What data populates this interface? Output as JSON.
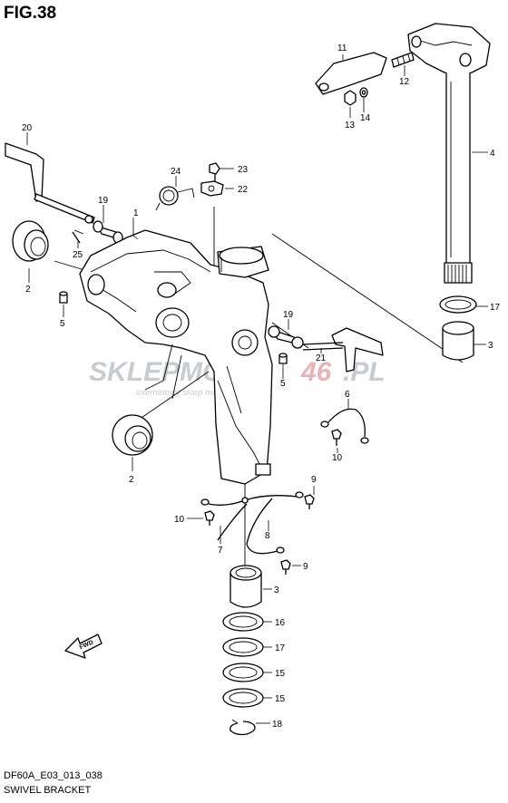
{
  "figure": {
    "title": "FIG.38",
    "code": "DF60A_E03_013_038",
    "name": "SWIVEL BRACKET"
  },
  "watermark": {
    "text_a": "SKLEPMOTO",
    "text_b": "46",
    "text_c": ".PL",
    "subtitle": "internetowy sklep motocyklowy",
    "color_a": "#c8cbd0",
    "color_b": "#e9b3b3"
  },
  "direction_marker": {
    "label": "FWD",
    "icon": "fwd-arrow-icon"
  },
  "callouts": [
    {
      "id": "c1",
      "label": "1"
    },
    {
      "id": "c2a",
      "label": "2"
    },
    {
      "id": "c2b",
      "label": "2"
    },
    {
      "id": "c3a",
      "label": "3"
    },
    {
      "id": "c3b",
      "label": "3"
    },
    {
      "id": "c4",
      "label": "4"
    },
    {
      "id": "c5a",
      "label": "5"
    },
    {
      "id": "c5b",
      "label": "5"
    },
    {
      "id": "c6",
      "label": "6"
    },
    {
      "id": "c7",
      "label": "7"
    },
    {
      "id": "c8",
      "label": "8"
    },
    {
      "id": "c9a",
      "label": "9"
    },
    {
      "id": "c9b",
      "label": "9"
    },
    {
      "id": "c10a",
      "label": "10"
    },
    {
      "id": "c10b",
      "label": "10"
    },
    {
      "id": "c11",
      "label": "11"
    },
    {
      "id": "c12",
      "label": "12"
    },
    {
      "id": "c13",
      "label": "13"
    },
    {
      "id": "c14",
      "label": "14"
    },
    {
      "id": "c15a",
      "label": "15"
    },
    {
      "id": "c15b",
      "label": "15"
    },
    {
      "id": "c16",
      "label": "16"
    },
    {
      "id": "c17a",
      "label": "17"
    },
    {
      "id": "c17b",
      "label": "17"
    },
    {
      "id": "c18",
      "label": "18"
    },
    {
      "id": "c19a",
      "label": "19"
    },
    {
      "id": "c19b",
      "label": "19"
    },
    {
      "id": "c20",
      "label": "20"
    },
    {
      "id": "c21",
      "label": "21"
    },
    {
      "id": "c22",
      "label": "22"
    },
    {
      "id": "c23",
      "label": "23"
    },
    {
      "id": "c24",
      "label": "24"
    },
    {
      "id": "c25",
      "label": "25"
    }
  ]
}
